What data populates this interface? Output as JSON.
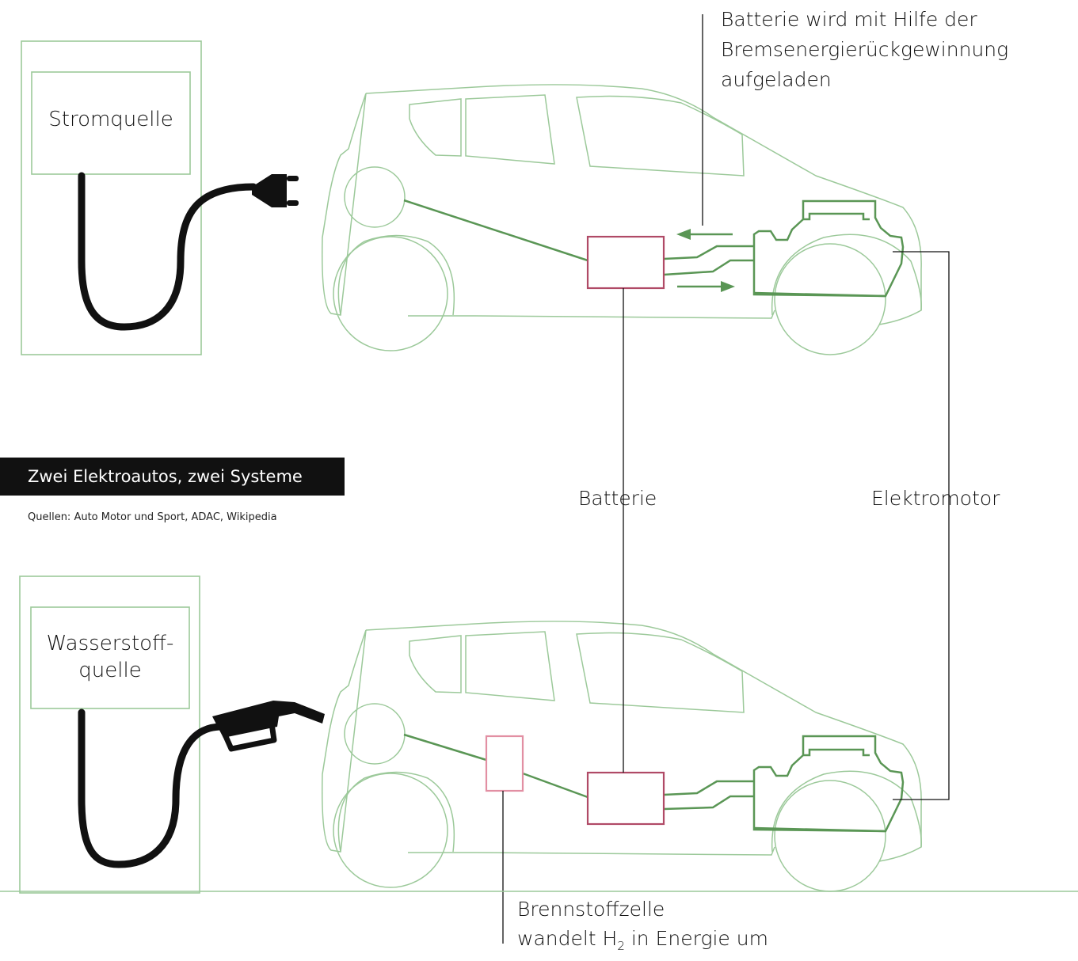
{
  "title": "Zwei Elektroautos, zwei Systeme",
  "sources": "Quellen: Auto Motor und Sport, ADAC, Wikipedia",
  "top_station": {
    "label": "Stromquelle"
  },
  "bottom_station": {
    "label_line1": "Wasserstoff-",
    "label_line2": "quelle"
  },
  "labels": {
    "recuperation_line1": "Batterie wird mit Hilfe der",
    "recuperation_line2": "Bremsenergierückgewinnung",
    "recuperation_line3": "aufgeladen",
    "battery": "Batterie",
    "motor": "Elektromotor",
    "fuel_cell_line1": "Brennstoffzelle",
    "fuel_cell_line2_prefix": "wandelt H",
    "fuel_cell_line2_sub": "2",
    "fuel_cell_line2_suffix": " in Energie um"
  },
  "colors": {
    "car_outline": "#9cc99a",
    "drivetrain": "#5a9655",
    "battery_box": "#b04a66",
    "fuel_cell_box": "#e28fa3",
    "leader_line": "#111111",
    "title_bg": "#111111",
    "title_text": "#ffffff"
  },
  "icons": [
    "plug-icon",
    "fuel-nozzle-icon",
    "arrow-left-icon",
    "arrow-right-icon"
  ]
}
